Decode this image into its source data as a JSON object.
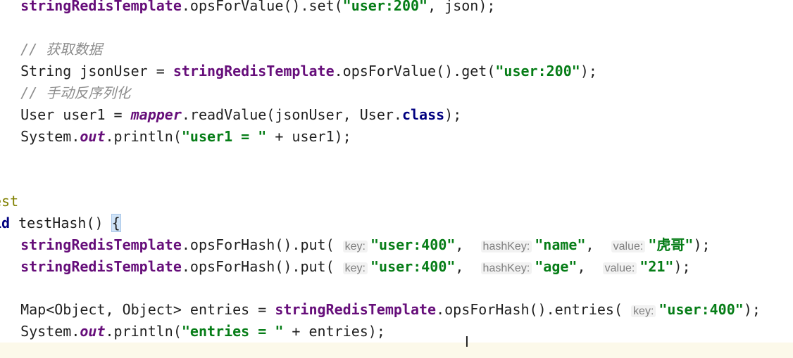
{
  "editor": {
    "lines": [
      {
        "name": "code-line-set-user",
        "segments": [
          {
            "t": "  ",
            "c": ""
          },
          {
            "t": "stringRedisTemplate",
            "c": "field"
          },
          {
            "t": ".opsForValue().set(",
            "c": ""
          },
          {
            "t": "\"user:200\"",
            "c": "str"
          },
          {
            "t": ", json);",
            "c": ""
          }
        ]
      },
      {
        "name": "code-line-blank-1",
        "segments": []
      },
      {
        "name": "code-line-comment-get-data",
        "segments": [
          {
            "t": "  ",
            "c": ""
          },
          {
            "t": "// 获取数据",
            "c": "cmt"
          }
        ]
      },
      {
        "name": "code-line-get-json-user",
        "segments": [
          {
            "t": "  String jsonUser = ",
            "c": ""
          },
          {
            "t": "stringRedisTemplate",
            "c": "field"
          },
          {
            "t": ".opsForValue().get(",
            "c": ""
          },
          {
            "t": "\"user:200\"",
            "c": "str"
          },
          {
            "t": ");",
            "c": ""
          }
        ]
      },
      {
        "name": "code-line-comment-deserialize",
        "segments": [
          {
            "t": "  ",
            "c": ""
          },
          {
            "t": "// 手动反序列化",
            "c": "cmt"
          }
        ]
      },
      {
        "name": "code-line-read-value",
        "segments": [
          {
            "t": "  User user1 = ",
            "c": ""
          },
          {
            "t": "mapper",
            "c": "field-i"
          },
          {
            "t": ".readValue(jsonUser, User.",
            "c": ""
          },
          {
            "t": "class",
            "c": "kw"
          },
          {
            "t": ");",
            "c": ""
          }
        ]
      },
      {
        "name": "code-line-print-user1",
        "segments": [
          {
            "t": "  System.",
            "c": ""
          },
          {
            "t": "out",
            "c": "field-i"
          },
          {
            "t": ".println(",
            "c": ""
          },
          {
            "t": "\"user1 = \"",
            "c": "str"
          },
          {
            "t": " + user1);",
            "c": ""
          }
        ]
      },
      {
        "name": "code-line-blank-2",
        "segments": []
      },
      {
        "name": "code-line-blank-3",
        "segments": []
      },
      {
        "name": "code-line-annotation-test",
        "segments": [
          {
            "t": "est",
            "c": "ann"
          }
        ]
      },
      {
        "name": "code-line-method-test-hash",
        "segments": [
          {
            "t": "id",
            "c": "kw"
          },
          {
            "t": " testHash() ",
            "c": ""
          },
          {
            "t": "{",
            "c": "brace-hl"
          }
        ]
      },
      {
        "name": "code-line-put-name",
        "segments": [
          {
            "t": "  ",
            "c": ""
          },
          {
            "t": "stringRedisTemplate",
            "c": "field"
          },
          {
            "t": ".opsForHash().put( ",
            "c": ""
          },
          {
            "t": "key:",
            "c": "hint"
          },
          {
            "t": "\"user:400\"",
            "c": "str"
          },
          {
            "t": ",  ",
            "c": ""
          },
          {
            "t": "hashKey:",
            "c": "hint"
          },
          {
            "t": "\"name\"",
            "c": "str"
          },
          {
            "t": ",  ",
            "c": ""
          },
          {
            "t": "value:",
            "c": "hint"
          },
          {
            "t": "\"虎哥\"",
            "c": "str"
          },
          {
            "t": ");",
            "c": ""
          }
        ]
      },
      {
        "name": "code-line-put-age",
        "segments": [
          {
            "t": "  ",
            "c": ""
          },
          {
            "t": "stringRedisTemplate",
            "c": "field"
          },
          {
            "t": ".opsForHash().put( ",
            "c": ""
          },
          {
            "t": "key:",
            "c": "hint"
          },
          {
            "t": "\"user:400\"",
            "c": "str"
          },
          {
            "t": ",  ",
            "c": ""
          },
          {
            "t": "hashKey:",
            "c": "hint"
          },
          {
            "t": "\"age\"",
            "c": "str"
          },
          {
            "t": ",  ",
            "c": ""
          },
          {
            "t": "value:",
            "c": "hint"
          },
          {
            "t": "\"21\"",
            "c": "str"
          },
          {
            "t": ");",
            "c": ""
          }
        ]
      },
      {
        "name": "code-line-blank-4",
        "segments": []
      },
      {
        "name": "code-line-entries",
        "segments": [
          {
            "t": "  Map<Object, Object> entries = ",
            "c": ""
          },
          {
            "t": "stringRedisTemplate",
            "c": "field"
          },
          {
            "t": ".opsForHash().entries( ",
            "c": ""
          },
          {
            "t": "key:",
            "c": "hint"
          },
          {
            "t": "\"user:400\"",
            "c": "str"
          },
          {
            "t": ");",
            "c": ""
          }
        ]
      },
      {
        "name": "code-line-print-entries",
        "segments": [
          {
            "t": "  System.",
            "c": ""
          },
          {
            "t": "out",
            "c": "field-i"
          },
          {
            "t": ".println(",
            "c": ""
          },
          {
            "t": "\"entries = \"",
            "c": "str"
          },
          {
            "t": " + entries);",
            "c": ""
          }
        ]
      }
    ]
  },
  "cursor_glyph": "I"
}
